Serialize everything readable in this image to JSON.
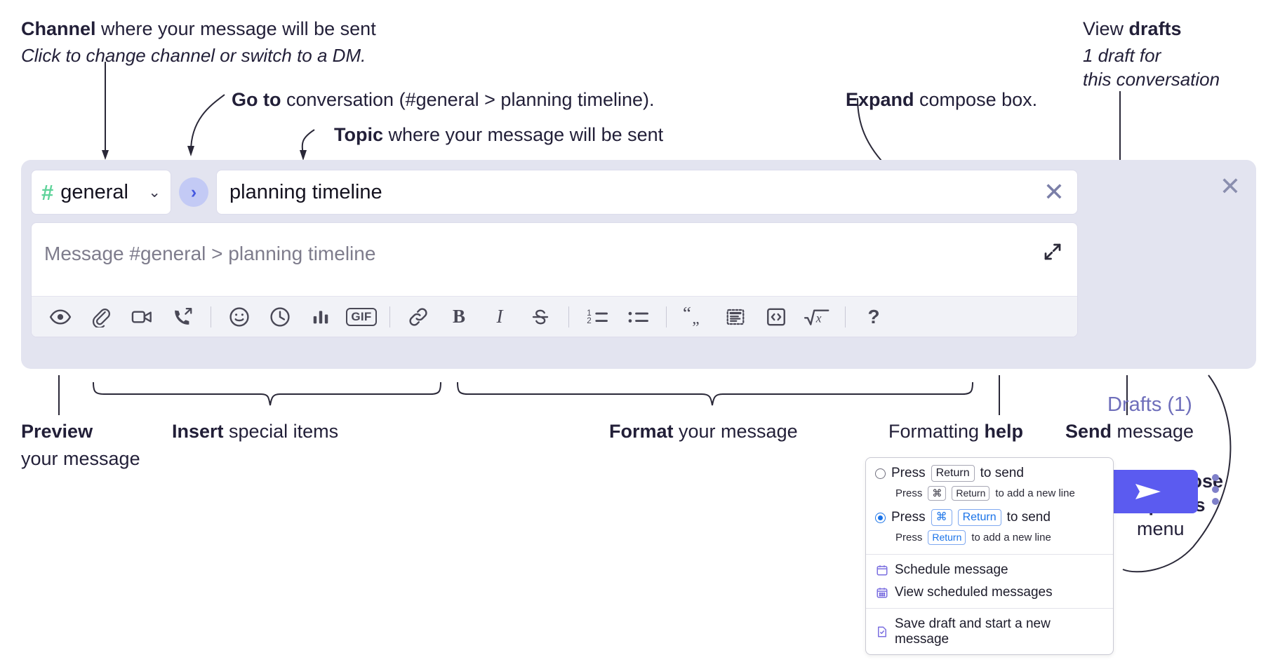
{
  "annotations": {
    "channel": {
      "bold": "Channel",
      "rest": " where your message will be sent",
      "sub": "Click to change channel or switch to a DM."
    },
    "goto": {
      "bold": "Go to",
      "rest": " conversation (#general > planning timeline)."
    },
    "topic": {
      "bold": "Topic",
      "rest": " where your message will be sent"
    },
    "expand": {
      "bold": "Expand",
      "rest": " compose box."
    },
    "drafts": {
      "first": "View ",
      "bold": "drafts",
      "sub1": "1 draft for",
      "sub2": "this conversation"
    },
    "preview": {
      "bold": "Preview",
      "line2": "your message"
    },
    "insert": {
      "bold": "Insert",
      "rest": " special items"
    },
    "format": {
      "bold": "Format",
      "rest": " your message"
    },
    "help": {
      "first": "Formatting ",
      "bold": "help"
    },
    "send": {
      "bold": "Send",
      "rest": " message"
    },
    "compose_options": {
      "bold1": "Compose",
      "bold2": "options",
      "rest": "menu"
    }
  },
  "compose": {
    "channel": {
      "hash": "#",
      "name": "general",
      "chevron": "⌄"
    },
    "goto_button": "›",
    "topic": {
      "value": "planning timeline",
      "clear": "✕"
    },
    "message": {
      "placeholder": "Message #general > planning timeline"
    },
    "close": "✕",
    "drafts_label": "Drafts (1)",
    "toolbar": [
      {
        "name": "preview-icon",
        "label": "Preview"
      },
      {
        "name": "attachment-icon",
        "label": "Attach file"
      },
      {
        "name": "video-icon",
        "label": "Record video clip"
      },
      {
        "name": "audio-call-icon",
        "label": "Record audio clip"
      },
      {
        "sep": true
      },
      {
        "name": "emoji-icon",
        "label": "Emoji"
      },
      {
        "name": "clock-icon",
        "label": "Reminder"
      },
      {
        "name": "poll-icon",
        "label": "Poll"
      },
      {
        "name": "gif-icon",
        "label": "GIF"
      },
      {
        "sep": true
      },
      {
        "name": "link-icon",
        "label": "Link"
      },
      {
        "name": "bold-icon",
        "label": "B"
      },
      {
        "name": "italic-icon",
        "label": "I"
      },
      {
        "name": "strikethrough-icon",
        "label": "Strikethrough"
      },
      {
        "sep": true
      },
      {
        "name": "ordered-list-icon",
        "label": "Ordered list"
      },
      {
        "name": "bulleted-list-icon",
        "label": "Bulleted list"
      },
      {
        "sep": true
      },
      {
        "name": "blockquote-icon",
        "label": "Blockquote"
      },
      {
        "name": "code-block-icon",
        "label": "Code block"
      },
      {
        "name": "code-icon",
        "label": "Code"
      },
      {
        "name": "math-icon",
        "label": "Math"
      },
      {
        "sep": true
      },
      {
        "name": "help-icon",
        "label": "?"
      }
    ]
  },
  "menu": {
    "option1": {
      "pre": "Press",
      "key": "Return",
      "post": "to send"
    },
    "option1_sub": {
      "pre": "Press",
      "key1": "⌘",
      "key2": "Return",
      "post": "to add a new line"
    },
    "option2": {
      "pre": "Press",
      "key1": "⌘",
      "key2": "Return",
      "post": "to send"
    },
    "option2_sub": {
      "pre": "Press",
      "key": "Return",
      "post": "to add a new line"
    },
    "items": [
      {
        "icon": "calendar-icon",
        "label": "Schedule message"
      },
      {
        "icon": "calendar-grid-icon",
        "label": "View scheduled messages"
      },
      {
        "icon": "save-draft-icon",
        "label": "Save draft and start a new message"
      }
    ]
  },
  "colors": {
    "panel_bg": "#e3e4f0",
    "send_button": "#5b5bf0",
    "hash_green": "#5fd39a",
    "drafts_purple": "#6f6fbb",
    "goto_blue": "#4558e0"
  }
}
